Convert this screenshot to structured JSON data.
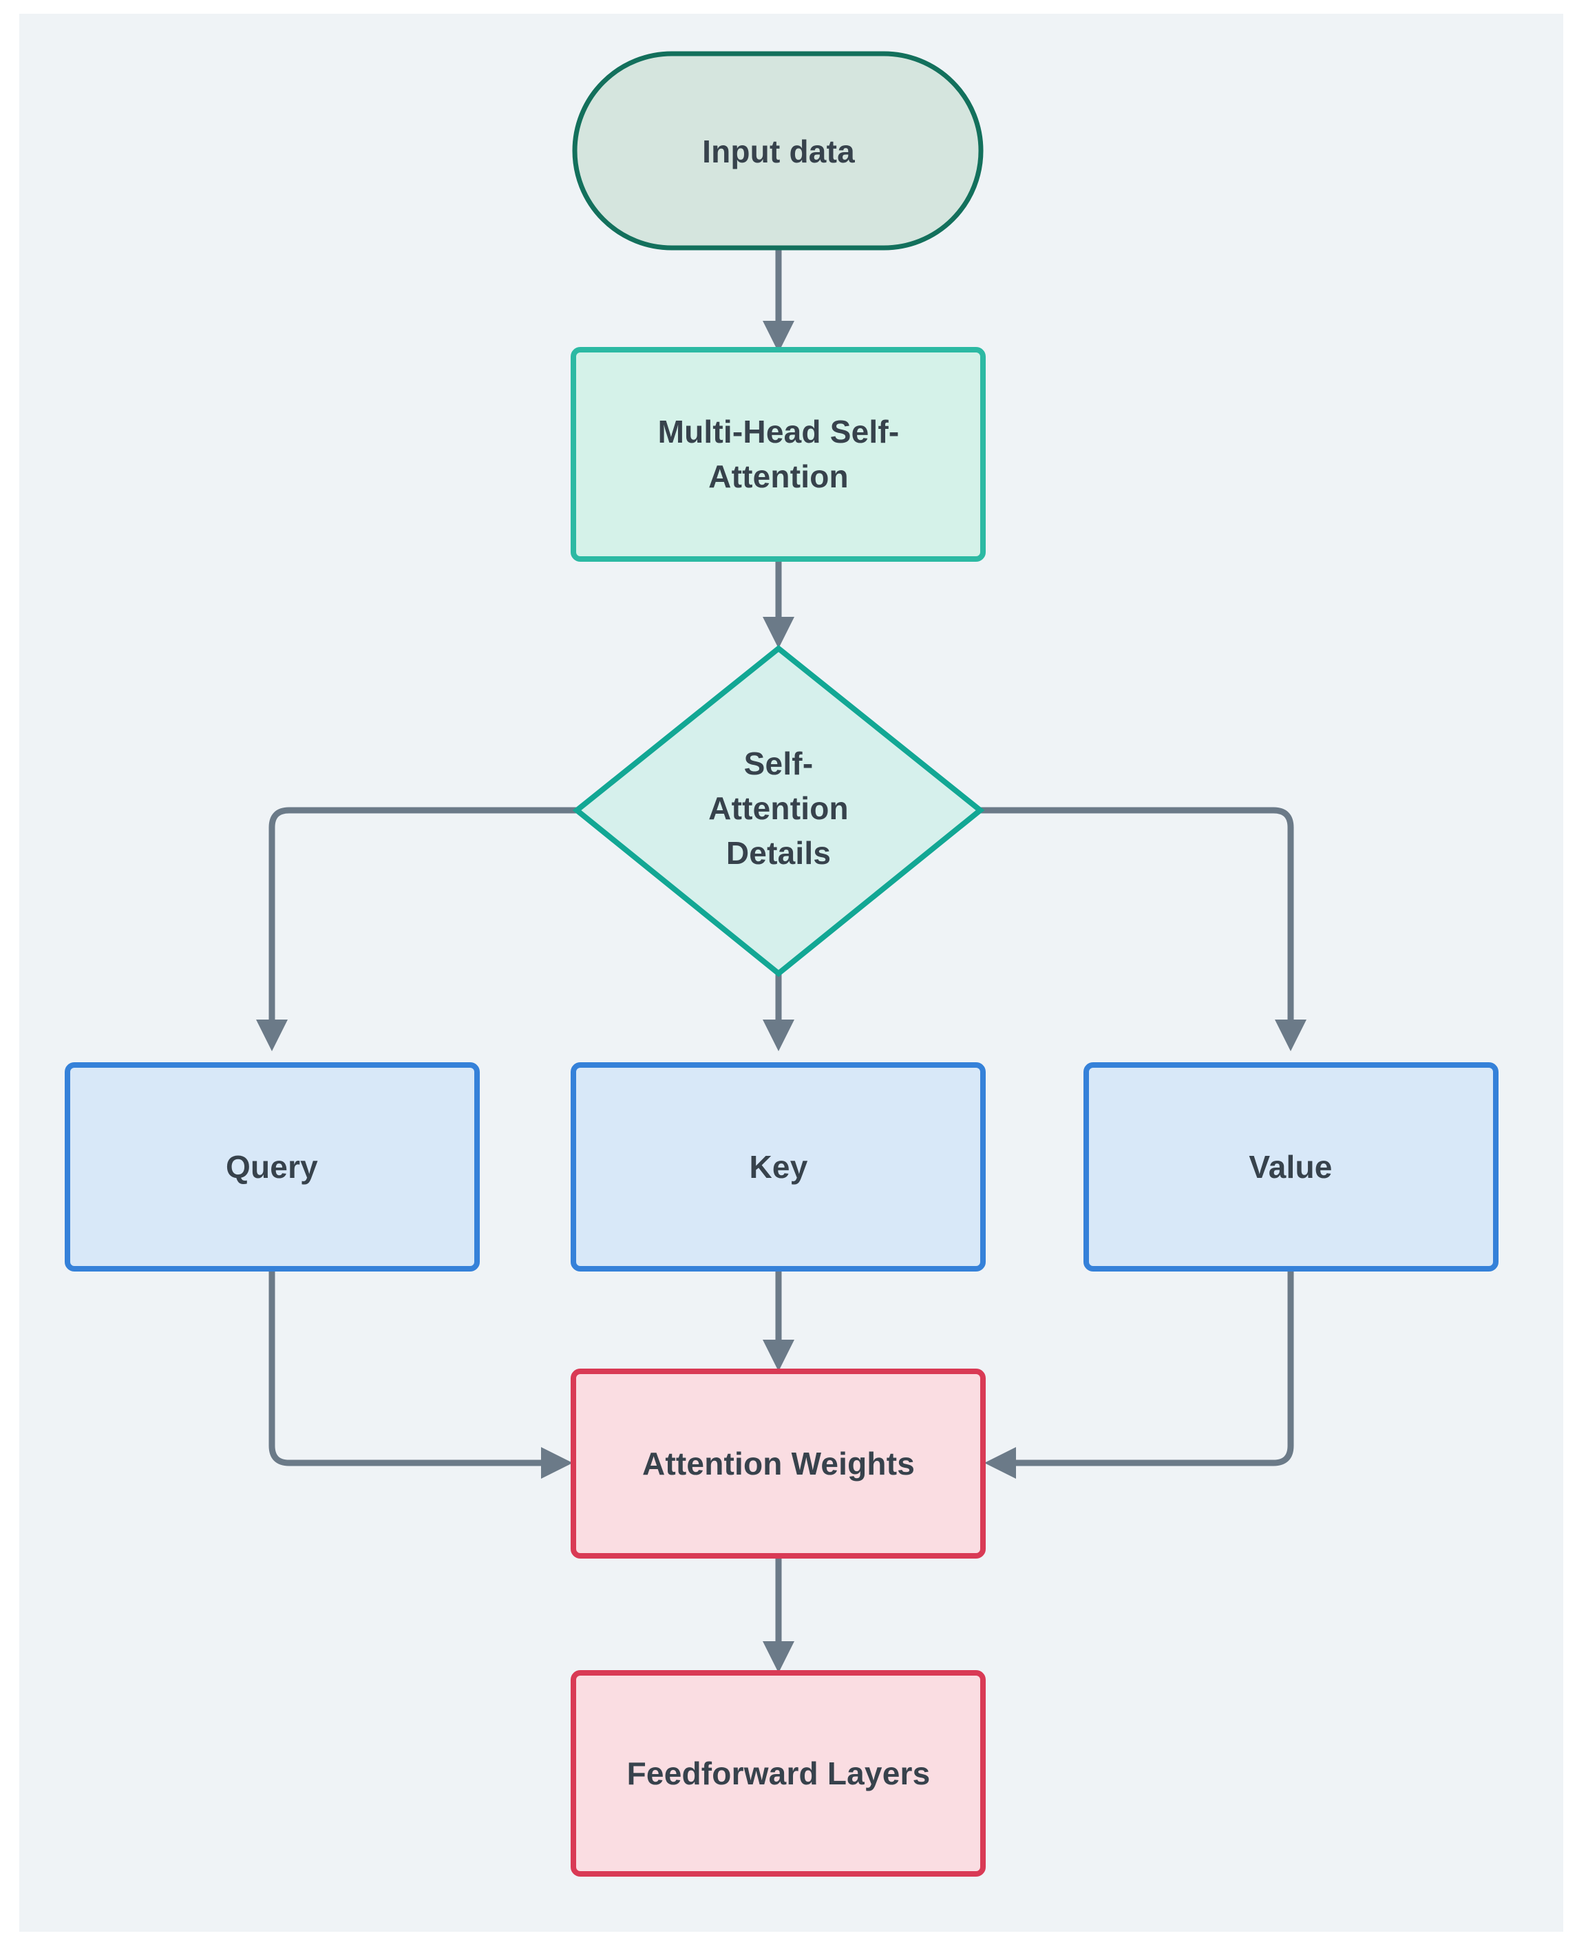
{
  "diagram": {
    "type": "flowchart",
    "orientation": "top-to-bottom",
    "background_color": "#eff3f6",
    "page_background_color": "#ffffff",
    "edge_color": "#6b7a88",
    "text_color": "#37424c",
    "nodes": [
      {
        "id": "input",
        "label": "Input data",
        "shape": "stadium",
        "fill": "#d5e5de",
        "stroke": "#13705c"
      },
      {
        "id": "mhsa",
        "label": "Multi-Head Self-Attention",
        "label_line1": "Multi-Head Self-",
        "label_line2": "Attention",
        "shape": "rectangle",
        "fill": "#d5f2e9",
        "stroke": "#2cb9a3"
      },
      {
        "id": "details",
        "label": "Self-Attention Details",
        "label_line1": "Self-",
        "label_line2": "Attention",
        "label_line3": "Details",
        "shape": "diamond",
        "fill": "#d6f0ec",
        "stroke": "#12a794"
      },
      {
        "id": "query",
        "label": "Query",
        "shape": "rectangle",
        "fill": "#d8e8f8",
        "stroke": "#3581d9"
      },
      {
        "id": "key",
        "label": "Key",
        "shape": "rectangle",
        "fill": "#d8e8f8",
        "stroke": "#3581d9"
      },
      {
        "id": "value",
        "label": "Value",
        "shape": "rectangle",
        "fill": "#d8e8f8",
        "stroke": "#3581d9"
      },
      {
        "id": "weights",
        "label": "Attention Weights",
        "shape": "rectangle",
        "fill": "#fadde2",
        "stroke": "#d93a55"
      },
      {
        "id": "feedforward",
        "label": "Feedforward Layers",
        "shape": "rectangle",
        "fill": "#fadde2",
        "stroke": "#d93a55"
      }
    ],
    "edges": [
      {
        "from": "input",
        "to": "mhsa",
        "label": ""
      },
      {
        "from": "mhsa",
        "to": "details",
        "label": ""
      },
      {
        "from": "details",
        "to": "query",
        "label": ""
      },
      {
        "from": "details",
        "to": "key",
        "label": ""
      },
      {
        "from": "details",
        "to": "value",
        "label": ""
      },
      {
        "from": "query",
        "to": "weights",
        "label": ""
      },
      {
        "from": "key",
        "to": "weights",
        "label": ""
      },
      {
        "from": "value",
        "to": "weights",
        "label": ""
      },
      {
        "from": "weights",
        "to": "feedforward",
        "label": ""
      }
    ]
  }
}
